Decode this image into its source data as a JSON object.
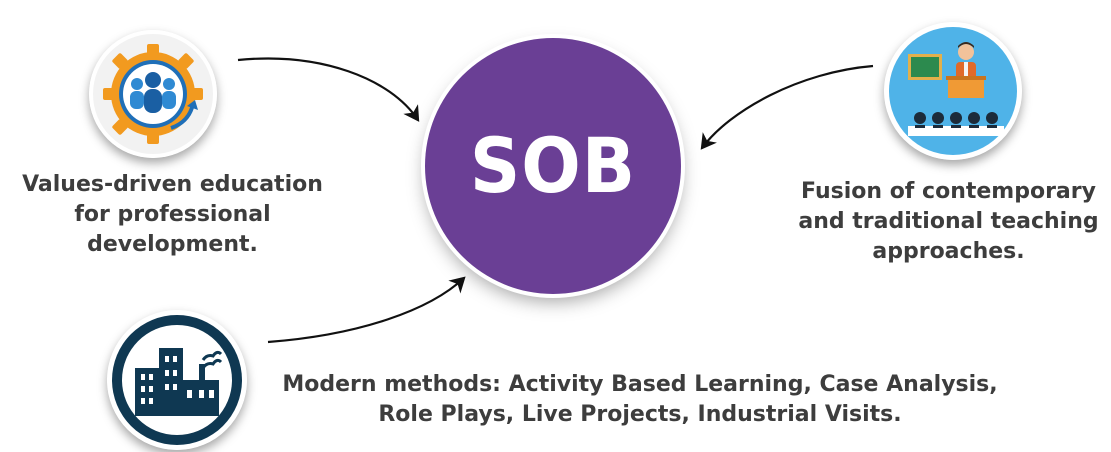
{
  "diagram": {
    "center": {
      "title": "SOB",
      "color": "#6a3f95"
    },
    "nodes": [
      {
        "id": "values",
        "icon": "team-gear-icon",
        "caption": "Values-driven education\nfor professional\ndevelopment."
      },
      {
        "id": "teaching",
        "icon": "classroom-teacher-icon",
        "caption": "Fusion of contemporary\nand traditional teaching\napproaches."
      },
      {
        "id": "modern",
        "icon": "industry-buildings-icon",
        "caption": "Modern methods: Activity Based Learning, Case Analysis,\nRole Plays, Live Projects, Industrial Visits."
      }
    ],
    "text_color": "#3d3d3d"
  }
}
